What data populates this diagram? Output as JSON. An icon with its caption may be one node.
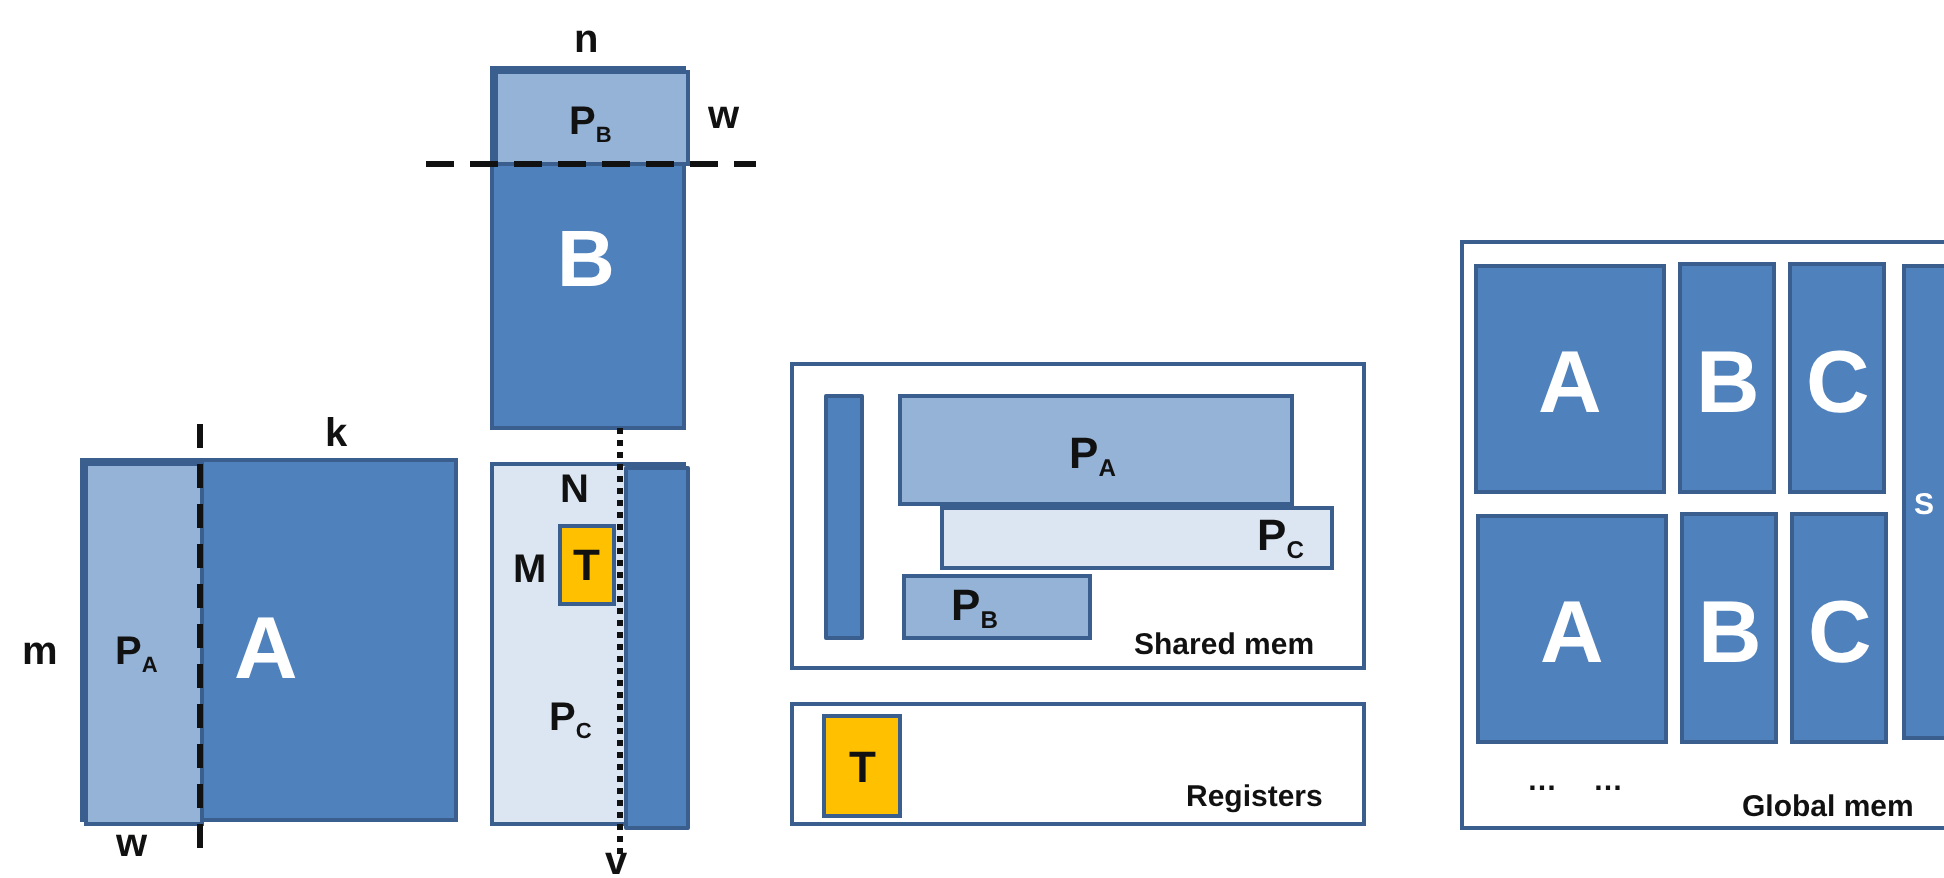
{
  "diagram": {
    "nodes": [
      {
        "text": [
          "B"
        ]
      },
      {
        "text": [
          "P$_{B}$"
        ],
        "in": 0
      },
      {
        "text": [
          "A"
        ]
      },
      {
        "text": [
          "P$_{A}$"
        ],
        "in": 2
      },
      {
        "text": [
          "P$_{C}$"
        ]
      },
      {
        "text": [
          "T"
        ],
        "in": 4,
        "beside": [
          "N",
          "M"
        ]
      },
      {
        "text": [],
        "shape": "bar",
        "in": 4
      },
      {
        "text": [
          "Shared mem"
        ]
      },
      {
        "text": [],
        "shape": "bar",
        "in": 7
      },
      {
        "text": [
          "P$_{A}$"
        ],
        "in": 7
      },
      {
        "text": [
          "P$_{C}$"
        ],
        "in": 7
      },
      {
        "text": [
          "P$_{B}$"
        ],
        "in": 7
      },
      {
        "text": [
          "Registers"
        ]
      },
      {
        "text": [
          "T"
        ],
        "in": 12
      },
      {
        "text": [
          "Global mem"
        ]
      },
      {
        "text": [
          "A"
        ],
        "in": 14
      },
      {
        "text": [
          "B"
        ],
        "in": 14
      },
      {
        "text": [
          "C"
        ],
        "in": 14
      },
      {
        "text": [
          "S"
        ],
        "in": 14
      },
      {
        "text": [
          "A"
        ],
        "in": 14
      },
      {
        "text": [
          "B"
        ],
        "in": 14
      },
      {
        "text": [
          "C"
        ],
        "in": 14
      }
    ],
    "labels": [
      "n",
      "w",
      "k",
      "m",
      "w",
      "v",
      "…",
      "…"
    ]
  }
}
